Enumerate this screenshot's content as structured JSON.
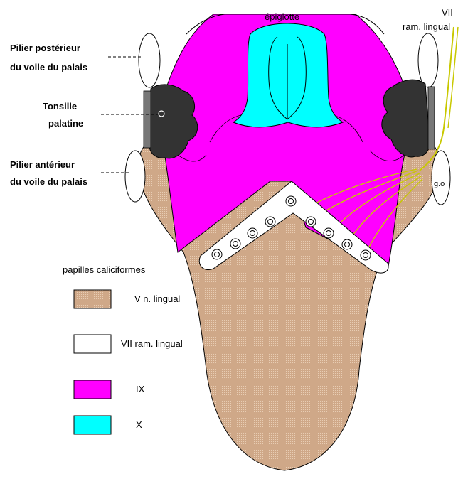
{
  "colors": {
    "lingual_v": "#d8b89a",
    "ix": "#ff00ff",
    "x": "#00ffff",
    "tonsil": "#3a3a3a",
    "nerve": "#c8c800",
    "outline": "#000000",
    "background": "#ffffff"
  },
  "labels": {
    "epiglotte": "épiglotte",
    "vii_line1": "VII",
    "vii_line2": "ram. lingual",
    "pilier_post_line1": "Pilier postérieur",
    "pilier_post_line2": "du voile du palais",
    "tonsille_line1": "Tonsille",
    "tonsille_line2": "palatine",
    "pilier_ant_line1": "Pilier antérieur",
    "pilier_ant_line2": "du voile du palais",
    "go": "g.o",
    "papilles": "papilles caliciformes"
  },
  "legend": [
    {
      "label": "V n. lingual",
      "color": "#d8b89a"
    },
    {
      "label": "VII ram. lingual",
      "color": "#ffffff"
    },
    {
      "label": "IX",
      "color": "#ff00ff"
    },
    {
      "label": "X",
      "color": "#00ffff"
    }
  ]
}
